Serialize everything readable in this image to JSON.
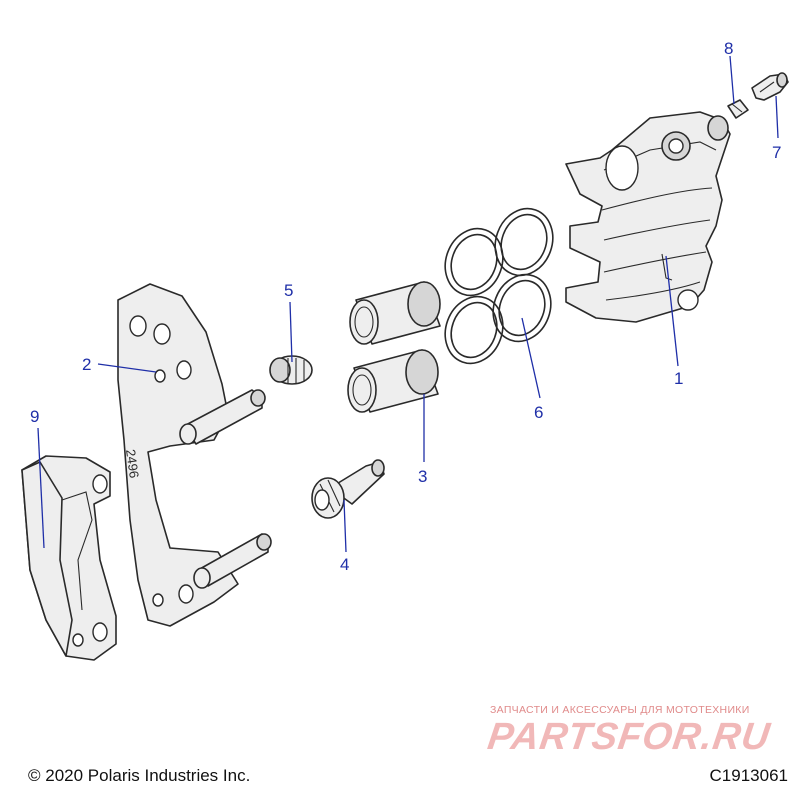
{
  "diagram": {
    "callouts": [
      "1",
      "2",
      "3",
      "4",
      "5",
      "6",
      "7",
      "8",
      "9"
    ],
    "part_text": "2496"
  },
  "footer": {
    "copyright": "© 2020 Polaris Industries Inc.",
    "diagram_id": "C1913061"
  },
  "watermark": {
    "caption": "ЗАПЧАСТИ И АКСЕССУАРЫ ДЛЯ МОТОТЕХНИКИ",
    "logo": "PARTSFOR.RU"
  },
  "colors": {
    "callout": "#1f2fa8",
    "line": "#2a2a2a",
    "part_fill": "#eeeeee",
    "watermark": "#f1b8b8"
  }
}
